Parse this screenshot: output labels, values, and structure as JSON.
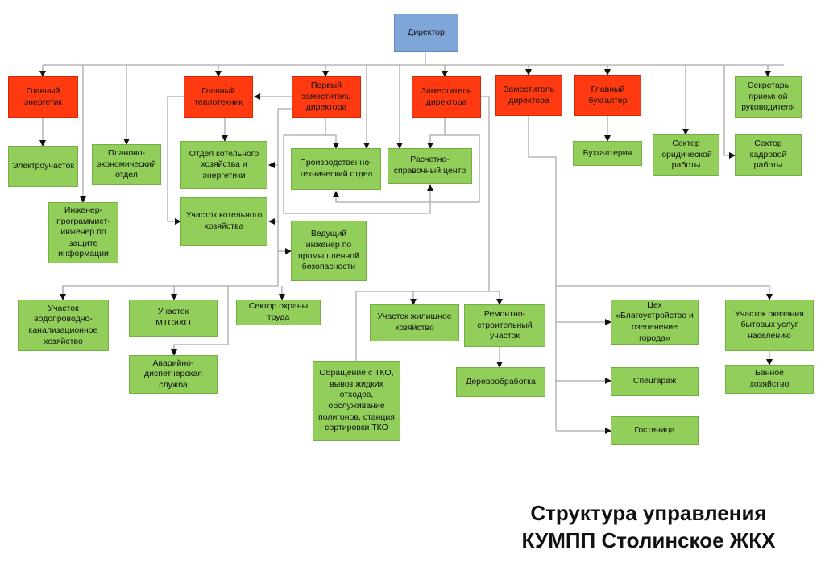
{
  "boxes": {
    "director": "Директор",
    "chief_energy": "Главный\nэнергетик",
    "chief_heat": "Главный\nтеплотехник",
    "first_deputy": "Первый\nзаместитель\nдиректора",
    "deputy1": "Заместитель\nдиректора",
    "deputy2": "Заместитель\nдиректора",
    "chief_accountant": "Главный\nбухгалтер",
    "secretary": "Секретарь\nприемной\nруководителя",
    "electro": "Электроучасток",
    "planning": "Планово-\nэкономический\nотдел",
    "boiler_dept": "Отдел котельного\nхозяйства и\nэнергетики",
    "pto": "Производственно-\nтехнический отдел",
    "rsc": "Расчетно-\nсправочный центр",
    "accounting": "Бухгалтерия",
    "legal": "Сектор\nюридической\nработы",
    "hr": "Сектор\nкадровой\nработы",
    "programmer": "Инженер-\nпрограммист-\nинженер по\nзащите\nинформации",
    "boiler_site": "Участок котельного\nхозяйства",
    "safety_engineer": "Ведущий\nинженер по\nпромышленной\nбезопасности",
    "water": "Участок\nводопроводно-\nканализационное\nхозяйство",
    "mtsiho": "Участок\nМТСиХО",
    "labor_safety": "Сектор охраны\nтруда",
    "emergency": "Аварийно-\nдиспетчерская\nслужба",
    "housing": "Участок жилищное\nхозяйство",
    "repair": "Ремонтно-\nстроительный\nучасток",
    "tko": "Обращение с ТКО,\nвывоз жидких\nотходов,\nобслуживание\nполигонов, станция\nсортировки ТКО",
    "woodwork": "Деревообработка",
    "landscaping": "Цех\n«Благоустройство и\nозеленение\nгорода»",
    "garage": "Спецгараж",
    "hotel": "Гостиница",
    "consumer": "Участок  оказания\nбытовых услуг\nнаселению",
    "bath": "Банное\nхозяйство"
  },
  "title": {
    "line1": "Структура управления",
    "line2": "КУМПП Столинское ЖКХ"
  },
  "colors": {
    "head": "#7ea6d9",
    "manager": "#ff3a10",
    "unit": "#92cf5a",
    "line": "#a9a9a9"
  }
}
